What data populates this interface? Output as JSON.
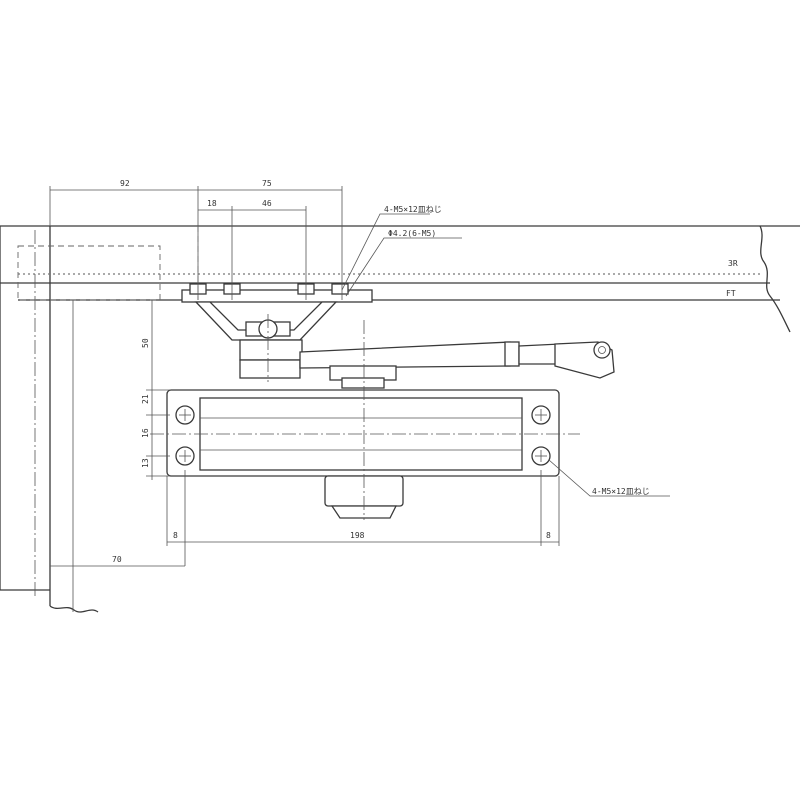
{
  "dimensions": {
    "d92": "92",
    "d75": "75",
    "d18": "18",
    "d46": "46",
    "d50": "50",
    "d21": "21",
    "d16": "16",
    "d13": "13",
    "d70": "70",
    "d8_left": "8",
    "d198": "198",
    "d8_right": "8"
  },
  "callouts": {
    "screws_top": "4-M5×12皿ねじ",
    "hole": "Φ4.2(6-M5)",
    "screws_bottom": "4-M5×12皿ねじ"
  },
  "side_labels": {
    "upper": "3R",
    "lower": "FT"
  }
}
